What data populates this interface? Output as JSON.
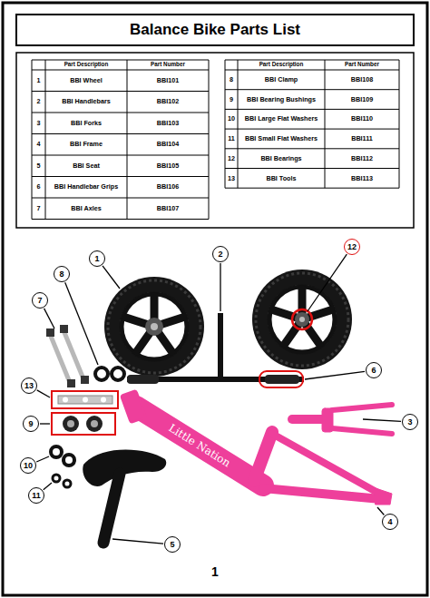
{
  "diagram": {
    "title": "Balance Bike Parts List",
    "nodes": [
      {
        "text": [
          "12"
        ]
      },
      {
        "text": [
          "2"
        ]
      },
      {
        "text": [
          "1"
        ]
      },
      {
        "text": [
          "8"
        ]
      },
      {
        "text": [
          "7"
        ]
      },
      {
        "text": [
          "6"
        ]
      },
      {
        "text": [
          "13"
        ]
      },
      {
        "text": [
          "3"
        ]
      },
      {
        "text": [
          "9"
        ]
      },
      {
        "text": [
          "10"
        ]
      },
      {
        "text": [
          "11"
        ]
      },
      {
        "text": [
          "4"
        ]
      },
      {
        "text": [
          "5"
        ]
      }
    ],
    "labels": [
      "Part Description",
      "Part Number",
      "1",
      "BBI Wheel",
      "BBI101",
      "2",
      "BBI Handlebars",
      "BBI102",
      "3",
      "BBI Forks",
      "BBI103",
      "4",
      "BBI Frame",
      "BBI104",
      "5",
      "BBI Seat",
      "BBI105",
      "6",
      "BBI Handlebar Grips",
      "BBI106",
      "7",
      "BBI Axles",
      "BBI107",
      "Part Description",
      "Part Number",
      "8",
      "BBI Clamp",
      "BBI108",
      "9",
      "BBI Bearing Bushings",
      "BBI109",
      "10",
      "BBI Large Flat Washers",
      "BBI110",
      "11",
      "BBI Small Flat Washers",
      "BBI111",
      "12",
      "BBI Bearings",
      "BBI112",
      "13",
      "BBI Tools",
      "BBI113",
      "Little Nation",
      "1"
    ]
  }
}
